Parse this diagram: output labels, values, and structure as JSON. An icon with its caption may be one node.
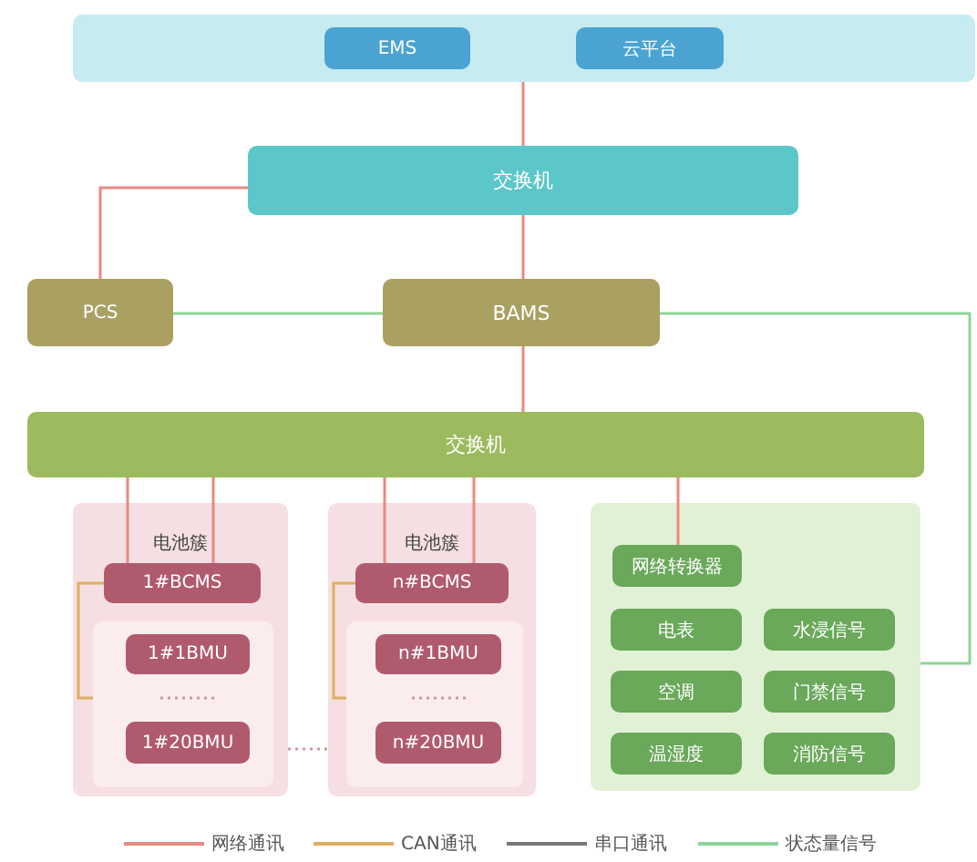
{
  "diagram": {
    "nodes": [
      {
        "text": [],
        "shape": "box"
      },
      {
        "text": [
          "EMS"
        ],
        "in": 0
      },
      {
        "text": [
          "云平台"
        ],
        "in": 0
      },
      {
        "text": [
          "交换机"
        ]
      },
      {
        "text": [
          "PCS"
        ]
      },
      {
        "text": [
          "BAMS"
        ]
      },
      {
        "text": [
          "交换机"
        ]
      },
      {
        "text": [
          "电池簇"
        ]
      },
      {
        "text": [
          "1#BCMS"
        ],
        "in": 7
      },
      {
        "text": [],
        "shape": "box",
        "in": 7
      },
      {
        "text": [
          "1#1BMU"
        ],
        "in": 9
      },
      {
        "text": [
          "1#20BMU"
        ],
        "in": 9
      },
      {
        "text": [
          "电池簇"
        ]
      },
      {
        "text": [
          "n#BCMS"
        ],
        "in": 12
      },
      {
        "text": [],
        "shape": "box",
        "in": 12
      },
      {
        "text": [
          "n#1BMU"
        ],
        "in": 14
      },
      {
        "text": [
          "n#20BMU"
        ],
        "in": 14
      },
      {
        "text": [],
        "shape": "box"
      },
      {
        "text": [
          "网络转换器"
        ],
        "in": 17
      },
      {
        "text": [
          "电表"
        ],
        "in": 17
      },
      {
        "text": [
          "水浸信号"
        ],
        "in": 17
      },
      {
        "text": [
          "空调"
        ],
        "in": 17
      },
      {
        "text": [
          "门禁信号"
        ],
        "in": 17
      },
      {
        "text": [
          "温湿度"
        ],
        "in": 17
      },
      {
        "text": [
          "消防信号"
        ],
        "in": 17
      }
    ],
    "edges": [
      {
        "from": 0,
        "to": 3,
        "arrow": "none"
      },
      {
        "from": 3,
        "to": 4,
        "arrow": "none"
      },
      {
        "from": 3,
        "to": 5,
        "arrow": "none"
      },
      {
        "from": 4,
        "to": 5,
        "arrow": "none",
        "color": "#8fd49a"
      },
      {
        "from": 5,
        "to": 17,
        "arrow": "none",
        "color": "#8fd49a"
      },
      {
        "from": 5,
        "to": 6,
        "arrow": "none"
      },
      {
        "from": 6,
        "to": 8,
        "arrow": "none"
      },
      {
        "from": 6,
        "to": 8,
        "arrow": "none"
      },
      {
        "from": 6,
        "to": 13,
        "arrow": "none"
      },
      {
        "from": 6,
        "to": 13,
        "arrow": "none"
      },
      {
        "from": 6,
        "to": 18,
        "arrow": "none"
      },
      {
        "from": 8,
        "to": 9,
        "arrow": "none",
        "color": "#dcb060"
      },
      {
        "from": 13,
        "to": 14,
        "arrow": "none",
        "color": "#dcb060"
      },
      {
        "from": 7,
        "to": 12,
        "arrow": "none",
        "style": "dashed",
        "color": "#c99aa4"
      }
    ],
    "legend": [
      {
        "text": "网络通讯",
        "color": "#e88a80"
      },
      {
        "text": "CAN通讯",
        "color": "#dcb060"
      },
      {
        "text": "串口通讯",
        "color": "#777777"
      },
      {
        "text": "状态量信号",
        "color": "#8fd49a"
      }
    ]
  }
}
